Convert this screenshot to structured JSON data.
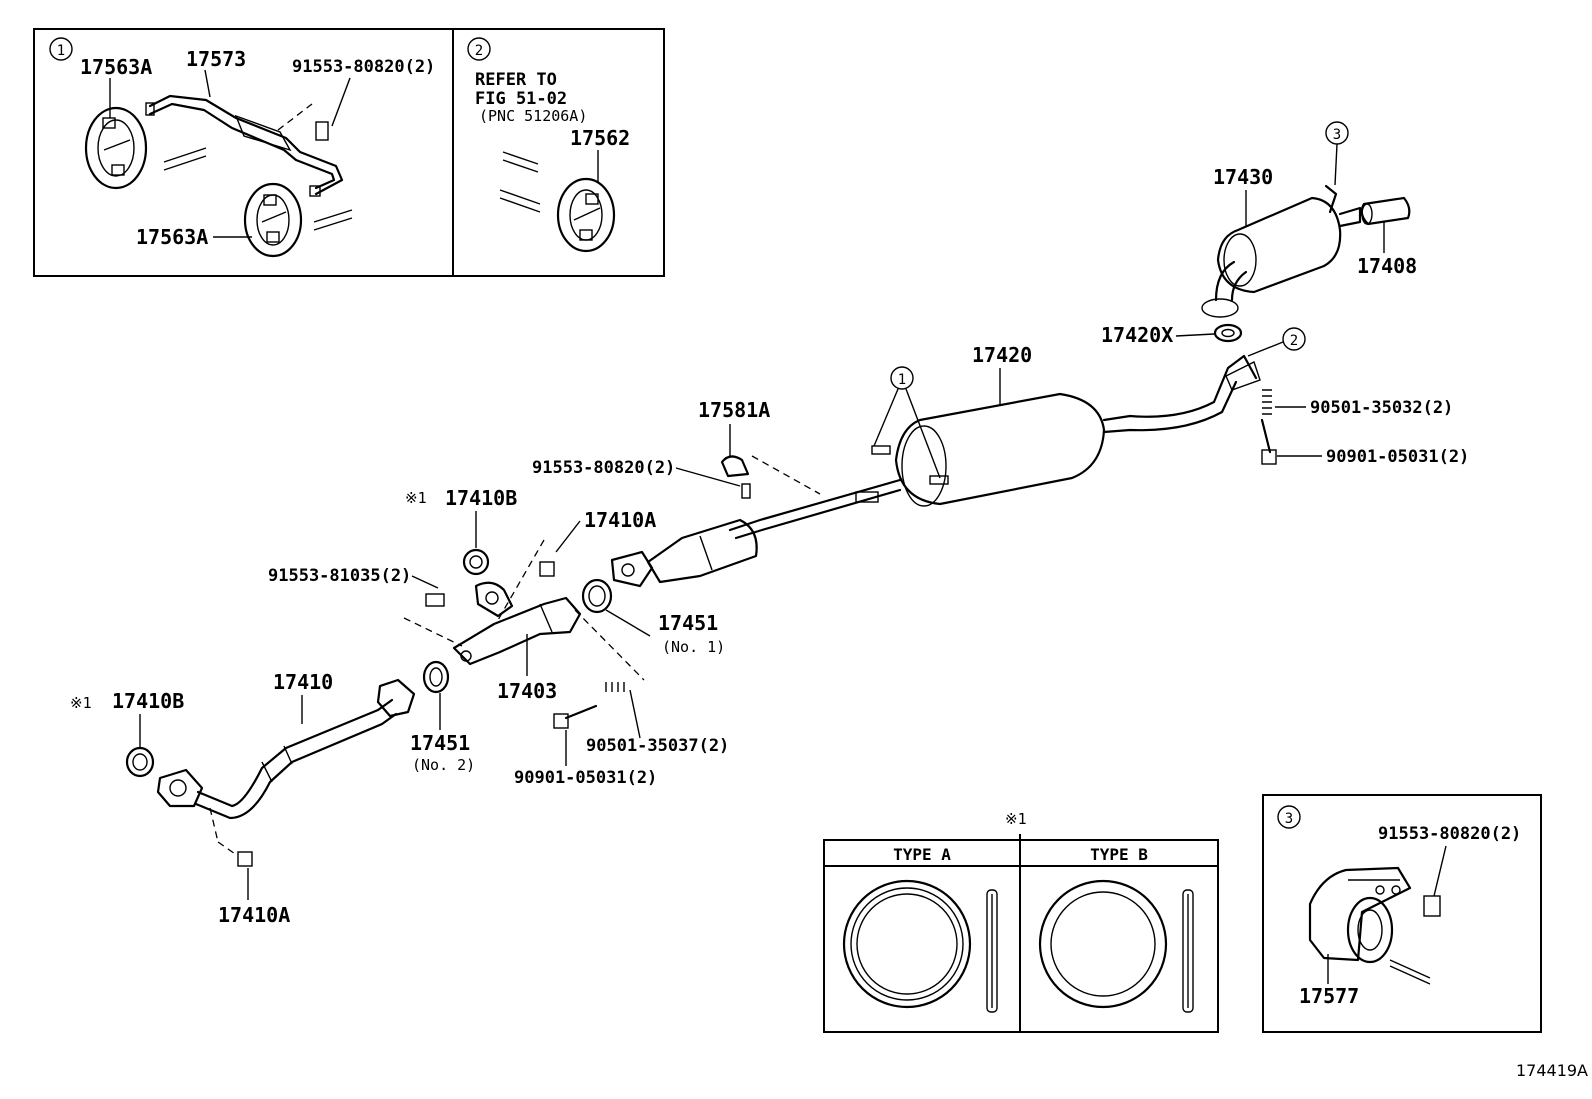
{
  "diagram_id": "174419A",
  "detail_1": {
    "marker": "1",
    "labels": {
      "hanger_a_top": "17563A",
      "bracket": "17573",
      "bolt": "91553-80820(2)",
      "hanger_a_bottom": "17563A"
    }
  },
  "detail_2": {
    "marker": "2",
    "note_line1": "REFER TO",
    "note_line2": "FIG 51-02",
    "note_line3": "(PNC 51206A)",
    "labels": {
      "hanger": "17562"
    }
  },
  "detail_3": {
    "marker": "3",
    "labels": {
      "bolt": "91553-80820(2)",
      "hanger": "17577"
    }
  },
  "main": {
    "callout_1": "1",
    "callout_2": "2",
    "callout_3": "3",
    "tail_muffler": "17430",
    "tail_tip": "17408",
    "gasket_x": "17420X",
    "center_muffler": "17420",
    "spring": "90501-35032(2)",
    "bolt_rear": "90901-05031(2)",
    "bracket_a": "17581A",
    "bolt_bracket": "91553-80820(2)",
    "note_mark_1": "※1",
    "gasket_b_upper": "17410B",
    "nut_a_upper": "17410A",
    "bolt_front": "91553-81035(2)",
    "gasket_no1": "17451",
    "gasket_no1_sub": "(No. 1)",
    "front_pipe": "17410",
    "note_mark_2": "※1",
    "gasket_b_lower": "17410B",
    "gasket_no2": "17451",
    "gasket_no2_sub": "(No. 2)",
    "center_pipe": "17403",
    "spring_front": "90501-35037(2)",
    "bolt_front_2": "90901-05031(2)",
    "nut_a_lower": "17410A"
  },
  "type_table": {
    "note_mark": "※1",
    "type_a": "TYPE A",
    "type_b": "TYPE B"
  }
}
